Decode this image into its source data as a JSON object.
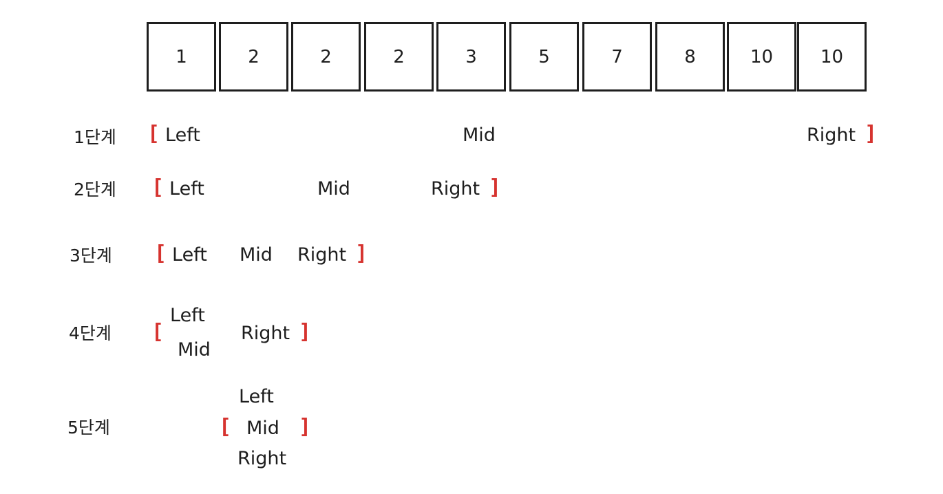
{
  "array": {
    "values": [
      "1",
      "2",
      "2",
      "2",
      "3",
      "5",
      "7",
      "8",
      "10",
      "10"
    ]
  },
  "pointers": {
    "left": "Left",
    "mid": "Mid",
    "right": "Right"
  },
  "brackets": {
    "open": "[",
    "close": "]",
    "color": "#d6332f"
  },
  "steps": [
    {
      "label": "1단계"
    },
    {
      "label": "2단계"
    },
    {
      "label": "3단계"
    },
    {
      "label": "4단계"
    },
    {
      "label": "5단계"
    }
  ]
}
